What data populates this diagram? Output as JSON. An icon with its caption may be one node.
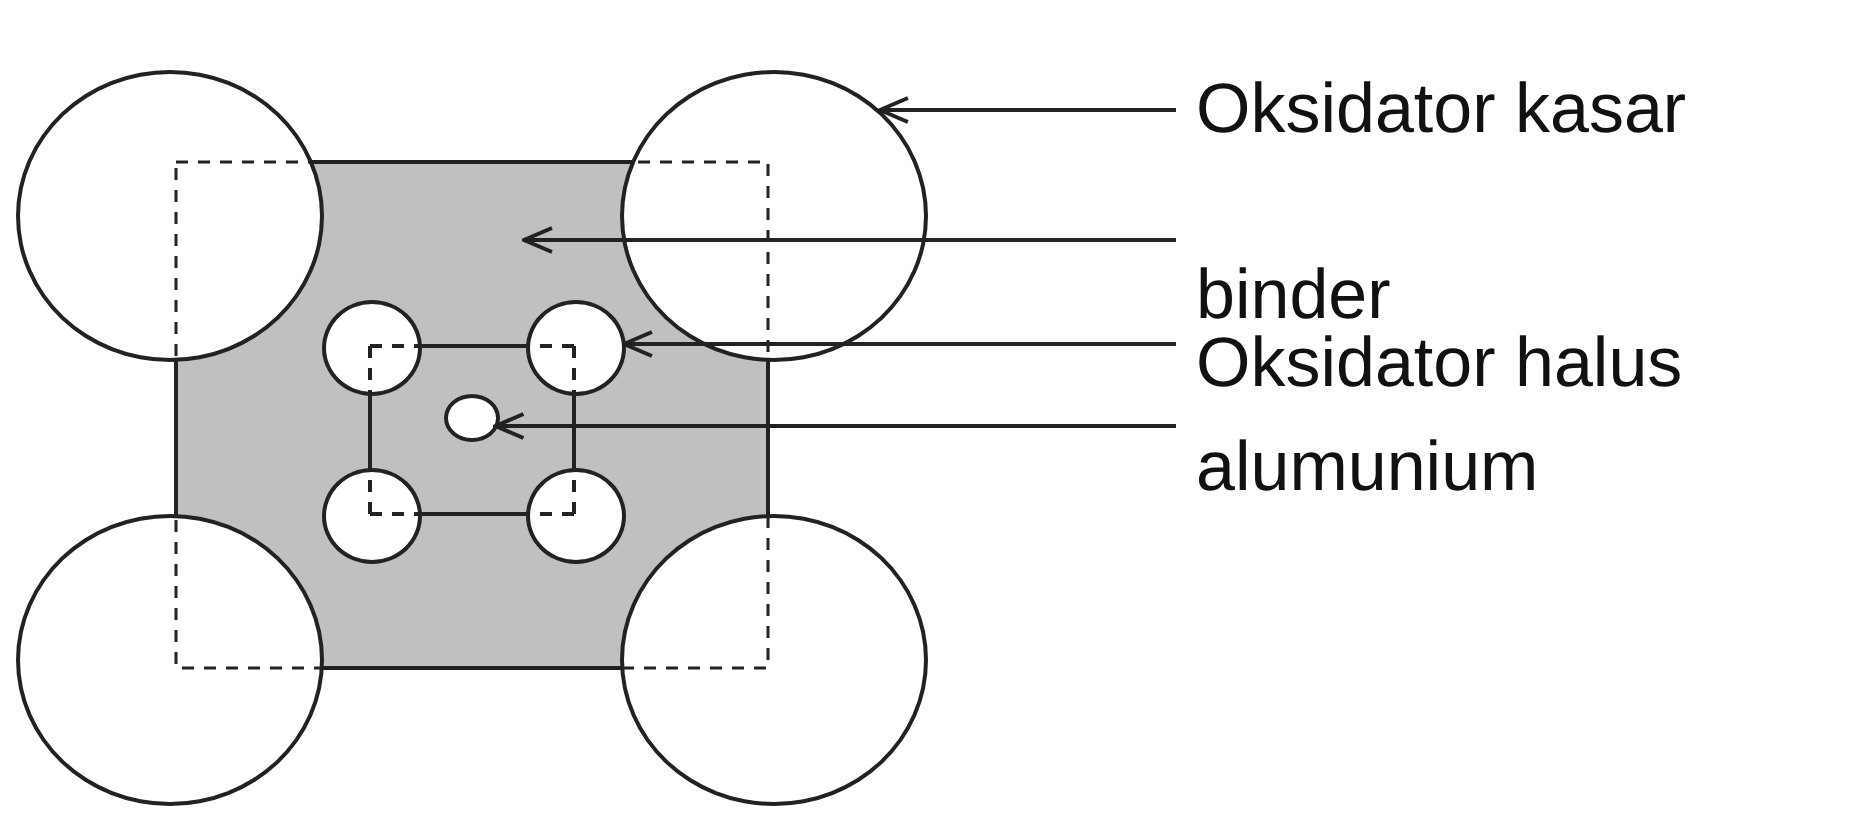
{
  "diagram": {
    "nodes": [
      {
        "text": [],
        "shape": "box"
      },
      {
        "text": [],
        "shape": "circle"
      },
      {
        "text": [],
        "shape": "circle"
      },
      {
        "text": [],
        "shape": "circle"
      },
      {
        "text": [],
        "shape": "circle"
      },
      {
        "text": [],
        "shape": "circle",
        "in": 0
      },
      {
        "text": [],
        "shape": "circle",
        "in": 0
      },
      {
        "text": [],
        "shape": "circle",
        "in": 0
      },
      {
        "text": [],
        "shape": "circle",
        "in": 0
      },
      {
        "text": [],
        "shape": "circle",
        "in": 0
      },
      {
        "text": [
          "Oksidator kasar"
        ]
      },
      {
        "text": [
          "binder"
        ]
      },
      {
        "text": [
          "Oksidator halus"
        ]
      },
      {
        "text": [
          "alumunium"
        ]
      }
    ],
    "edges": [
      {
        "from": 5,
        "to": 6,
        "arrow": "none"
      },
      {
        "from": 6,
        "to": 8,
        "arrow": "none"
      },
      {
        "from": 8,
        "to": 7,
        "arrow": "none"
      },
      {
        "from": 7,
        "to": 5,
        "arrow": "none"
      },
      {
        "from": 10,
        "to": 2,
        "arrow": "to"
      },
      {
        "from": 11,
        "to": 0,
        "arrow": "to"
      },
      {
        "from": 12,
        "to": 6,
        "arrow": "to"
      },
      {
        "from": 13,
        "to": 9,
        "arrow": "to"
      }
    ]
  }
}
